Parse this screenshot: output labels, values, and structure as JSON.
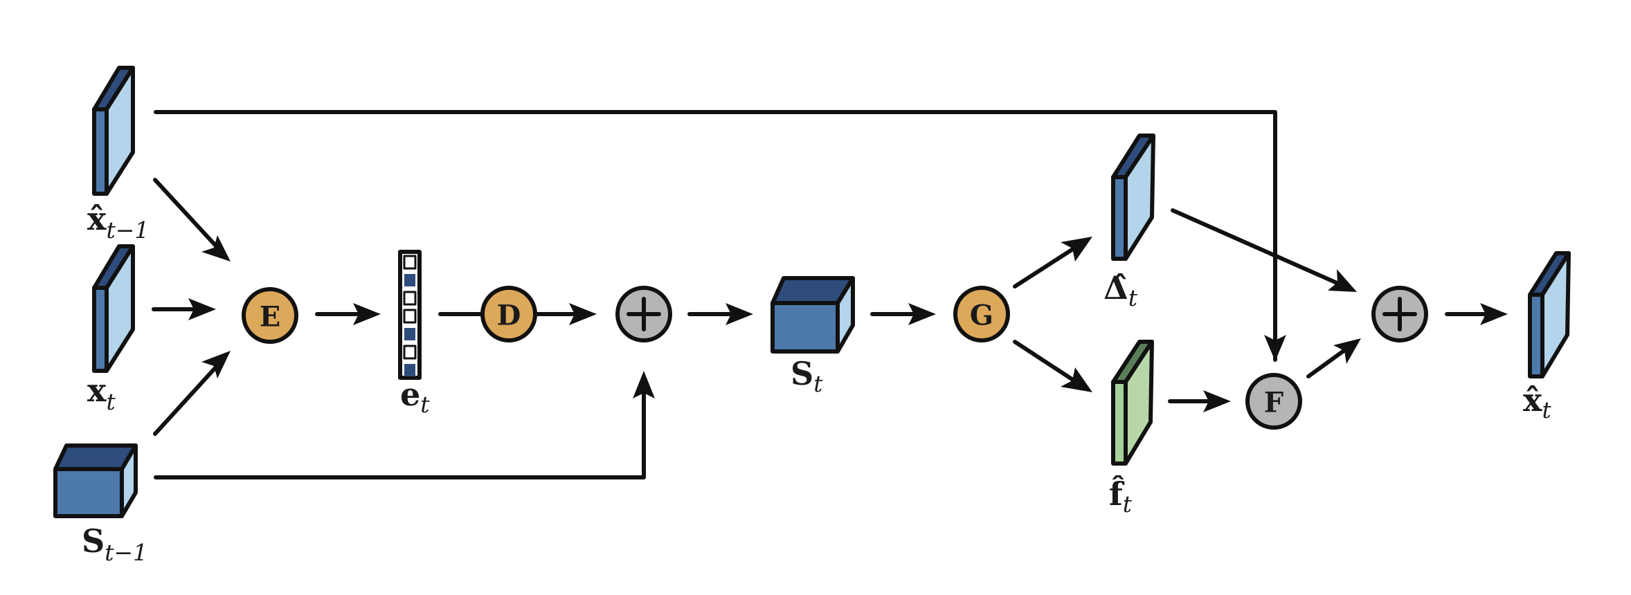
{
  "colors": {
    "stroke": "#111111",
    "blue_dark": "#2e4c7c",
    "blue_mid": "#4e79ab",
    "blue_light": "#b3d4ea",
    "green_dark": "#5b7e5a",
    "green_mid": "#b7d7a8",
    "green_light": "#a6d19a",
    "orange": "#dca85a",
    "gray": "#b5b5b5",
    "white": "#ffffff"
  },
  "nodes": {
    "E": {
      "label": "E",
      "icon": "encoder-node"
    },
    "D": {
      "label": "D",
      "icon": "decoder-node"
    },
    "G": {
      "label": "G",
      "icon": "generator-node"
    },
    "F": {
      "label": "F",
      "icon": "fusion-node"
    },
    "plus1": {
      "label": "+",
      "icon": "sum-node"
    },
    "plus2": {
      "label": "+",
      "icon": "sum-node"
    }
  },
  "labels": {
    "x_prev": {
      "main": "x̂",
      "sub": "t−1"
    },
    "x_t": {
      "main": "x",
      "sub": "t"
    },
    "s_prev": {
      "main": "S",
      "sub": "t−1"
    },
    "e_t": {
      "main": "e",
      "sub": "t"
    },
    "s_t": {
      "main": "S",
      "sub": "t"
    },
    "delta_t": {
      "main": "Δ̂",
      "sub": "t"
    },
    "f_t": {
      "main": "f̂",
      "sub": "t"
    },
    "x_hat_t": {
      "main": "x̂",
      "sub": "t"
    }
  },
  "code_vector_cells": [
    "white",
    "blue",
    "white",
    "white",
    "blue",
    "white",
    "blue"
  ]
}
